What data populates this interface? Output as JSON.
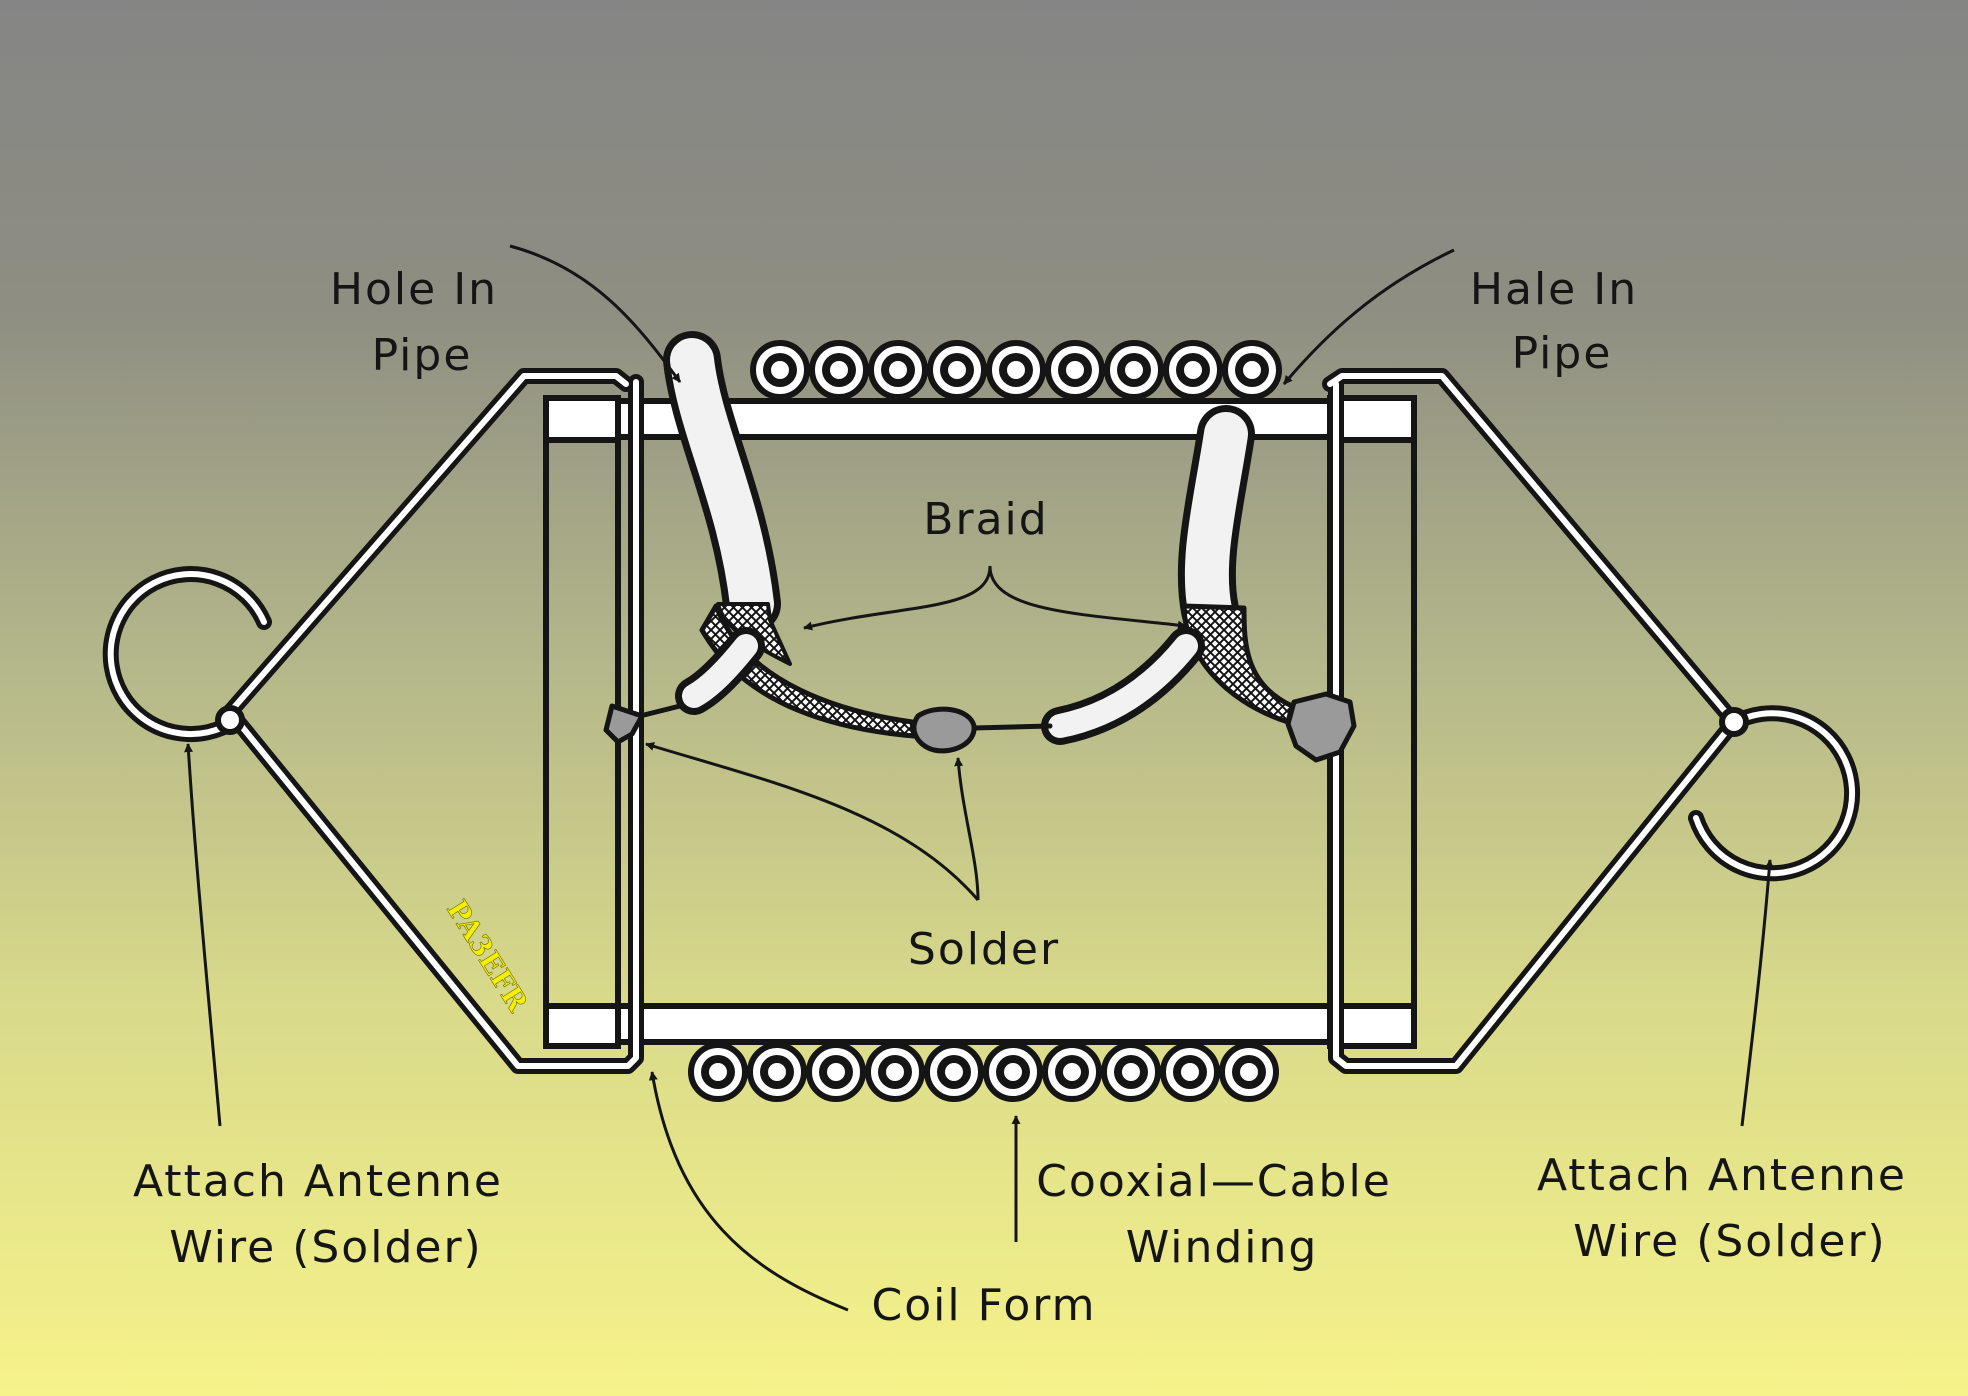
{
  "labels": {
    "hole_left_line1": "Hole In",
    "hole_left_line2": "Pipe",
    "hole_right_line1": "Hale In",
    "hole_right_line2": "Pipe",
    "braid": "Braid",
    "solder": "Solder",
    "attach_left_line1": "Attach Antenne",
    "attach_left_line2": "Wire (Solder)",
    "attach_right_line1": "Attach Antenne",
    "attach_right_line2": "Wire (Solder)",
    "coax_line1": "Cooxial—Cable",
    "coax_line2": "Winding",
    "coil_form": "Coil Form"
  },
  "watermark": "PA3EFR",
  "colors": {
    "ink": "#151515",
    "insulation": "#f2f2f2",
    "solder": "#9a9a9a",
    "watermark": "#f4f000"
  }
}
